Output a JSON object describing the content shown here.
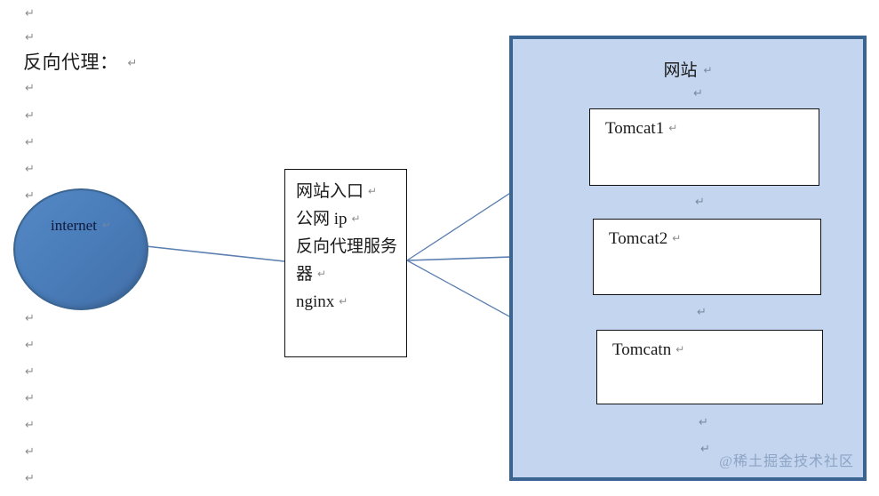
{
  "document": {
    "heading": "反向代理：",
    "pilcrow": "↵"
  },
  "colors": {
    "circle_fill": "#4a7ebb",
    "circle_stroke": "#3a6491",
    "panel_fill": "#c3d5ef",
    "panel_stroke": "#3a6491",
    "box_stroke": "#111111",
    "connector": "#5b7fb0",
    "watermark": "#8ea4c4"
  },
  "internet_node": {
    "label": "internet",
    "mark": "↵"
  },
  "proxy_box": {
    "lines": [
      {
        "text": "网站入口",
        "mark": "↵"
      },
      {
        "text": "公网 ip",
        "mark": "↵"
      },
      {
        "text": "反向代理服务器",
        "mark": "↵"
      },
      {
        "text": "nginx",
        "mark": "↵"
      }
    ]
  },
  "website_panel": {
    "title": "网站",
    "title_mark": "↵",
    "servers": [
      {
        "label": "Tomcat1",
        "mark": "↵"
      },
      {
        "label": "Tomcat2",
        "mark": "↵"
      },
      {
        "label": "Tomcatn",
        "mark": "↵"
      }
    ],
    "spacer_marks": [
      "↵",
      "↵",
      "↵",
      "↵",
      "↵"
    ]
  },
  "margin_marks": [
    "↵",
    "↵",
    "↵",
    "↵",
    "↵",
    "↵",
    "↵",
    "↵",
    "↵",
    "↵",
    "↵",
    "↵",
    "↵",
    "↵",
    "↵",
    "↵"
  ],
  "watermark": {
    "text": "@稀土掘金技术社区"
  }
}
